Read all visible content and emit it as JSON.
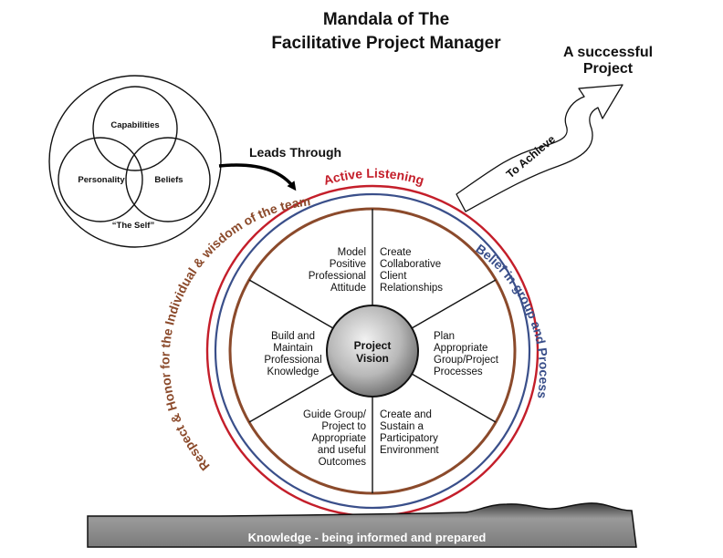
{
  "title": {
    "line1": "Mandala of The",
    "line2": "Facilitative Project Manager"
  },
  "self": {
    "capabilities": "Capabilities",
    "personality": "Personality",
    "beliefs": "Beliefs",
    "caption": "“The Self”"
  },
  "leads_through": "Leads Through",
  "goal": {
    "line1": "A successful",
    "line2": "Project",
    "arrow_label": "To Achieve"
  },
  "rings": {
    "red": "Active Listening",
    "blue": "Belief in group and Process",
    "brown": "Respect & Honor for the Individual & wisdom of the team"
  },
  "hub": {
    "line1": "Project",
    "line2": "Vision"
  },
  "segments": {
    "top_left": [
      "Model",
      "Positive",
      "Professional",
      "Attitude"
    ],
    "top_right": [
      "Create",
      "Collaborative",
      "Client",
      "Relationships"
    ],
    "left": [
      "Build and",
      "Maintain",
      "Professional",
      "Knowledge"
    ],
    "right": [
      "Plan",
      "Appropriate",
      "Group/Project",
      "Processes"
    ],
    "bottom_left": [
      "Guide Group/",
      "Project to",
      "Appropriate",
      "and useful",
      "Outcomes"
    ],
    "bottom_right": [
      "Create and",
      "Sustain a",
      "Participatory",
      "Environment"
    ]
  },
  "ground": "Knowledge - being informed and prepared",
  "colors": {
    "red": "#c41e2a",
    "blue": "#3a4f8a",
    "brown": "#8b4a2b",
    "hub": "#b8b8b8",
    "ground": "#8a8a8a"
  }
}
